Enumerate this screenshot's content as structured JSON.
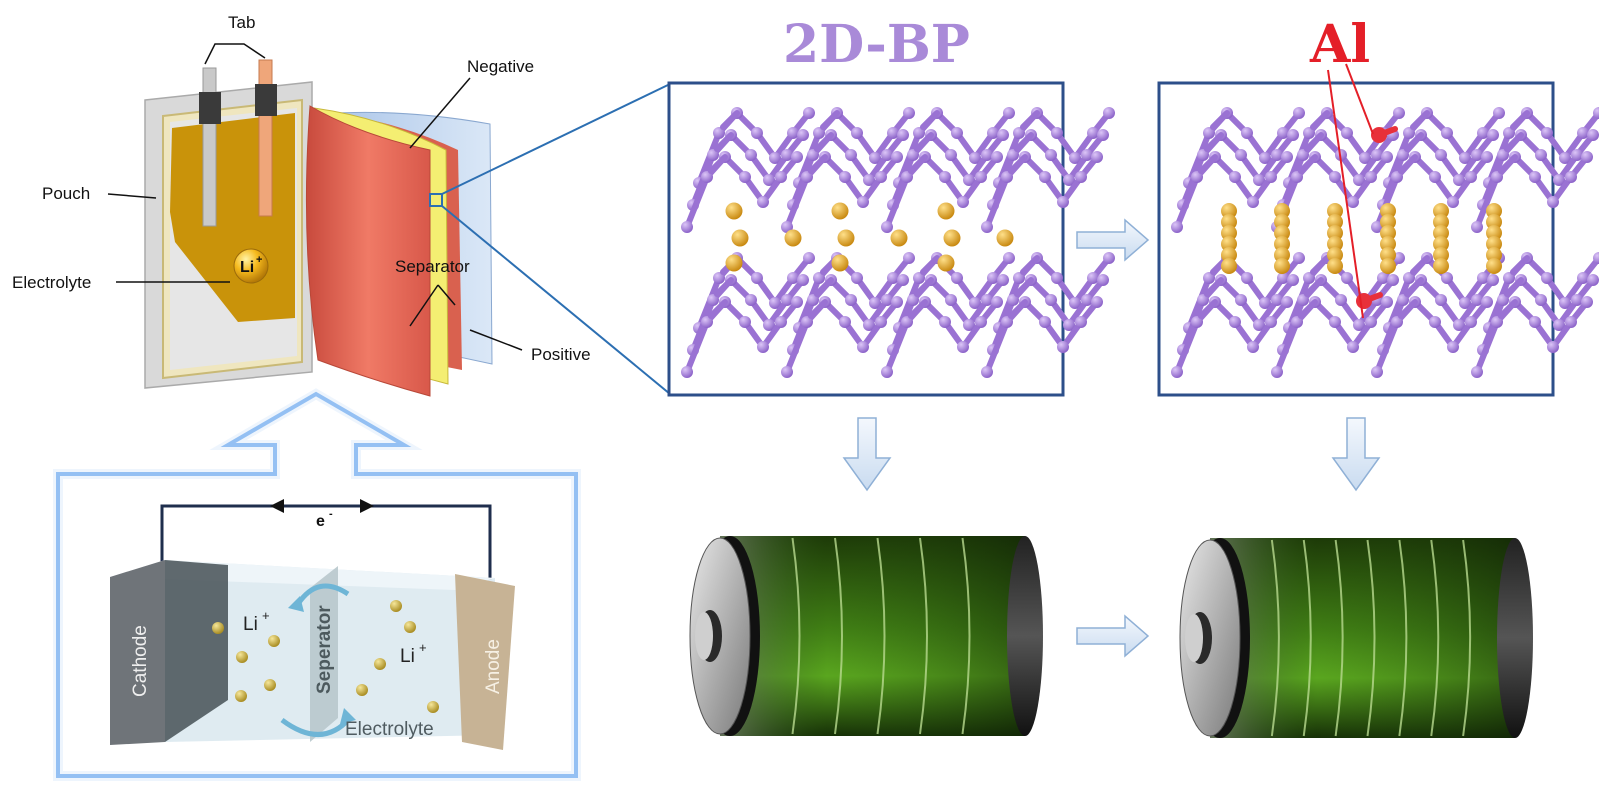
{
  "pouch_cell": {
    "tab_label": "Tab",
    "negative_label": "Negative",
    "pouch_label": "Pouch",
    "electrolyte_label": "Electrolyte",
    "separator_label": "Separator",
    "positive_label": "Positive",
    "ion_label": "Li",
    "ion_charge": "+"
  },
  "cell_schematic": {
    "electron_label": "e",
    "electron_charge": "-",
    "cathode_label": "Cathode",
    "anode_label": "Anode",
    "separator_label": "Seperator",
    "electrolyte_label": "Electrolyte",
    "ion_label_left": "Li",
    "ion_label_right": "Li",
    "ion_charge": "+"
  },
  "structures": {
    "pristine_title": "2D-BP",
    "doped_title": "Al"
  },
  "colors": {
    "phosphorus": "#b08be0",
    "lithium": "#f0b437",
    "aluminum": "#e8303a",
    "frame": "#2d4f8a",
    "arrow_fill": "#dfe9f6",
    "arrow_stroke": "#8fb0d6",
    "highlight_box": "#6aa7ef",
    "battery_green": "#4c9a1c"
  },
  "battery_levels": {
    "pristine_segments": 5,
    "doped_segments": 7
  }
}
